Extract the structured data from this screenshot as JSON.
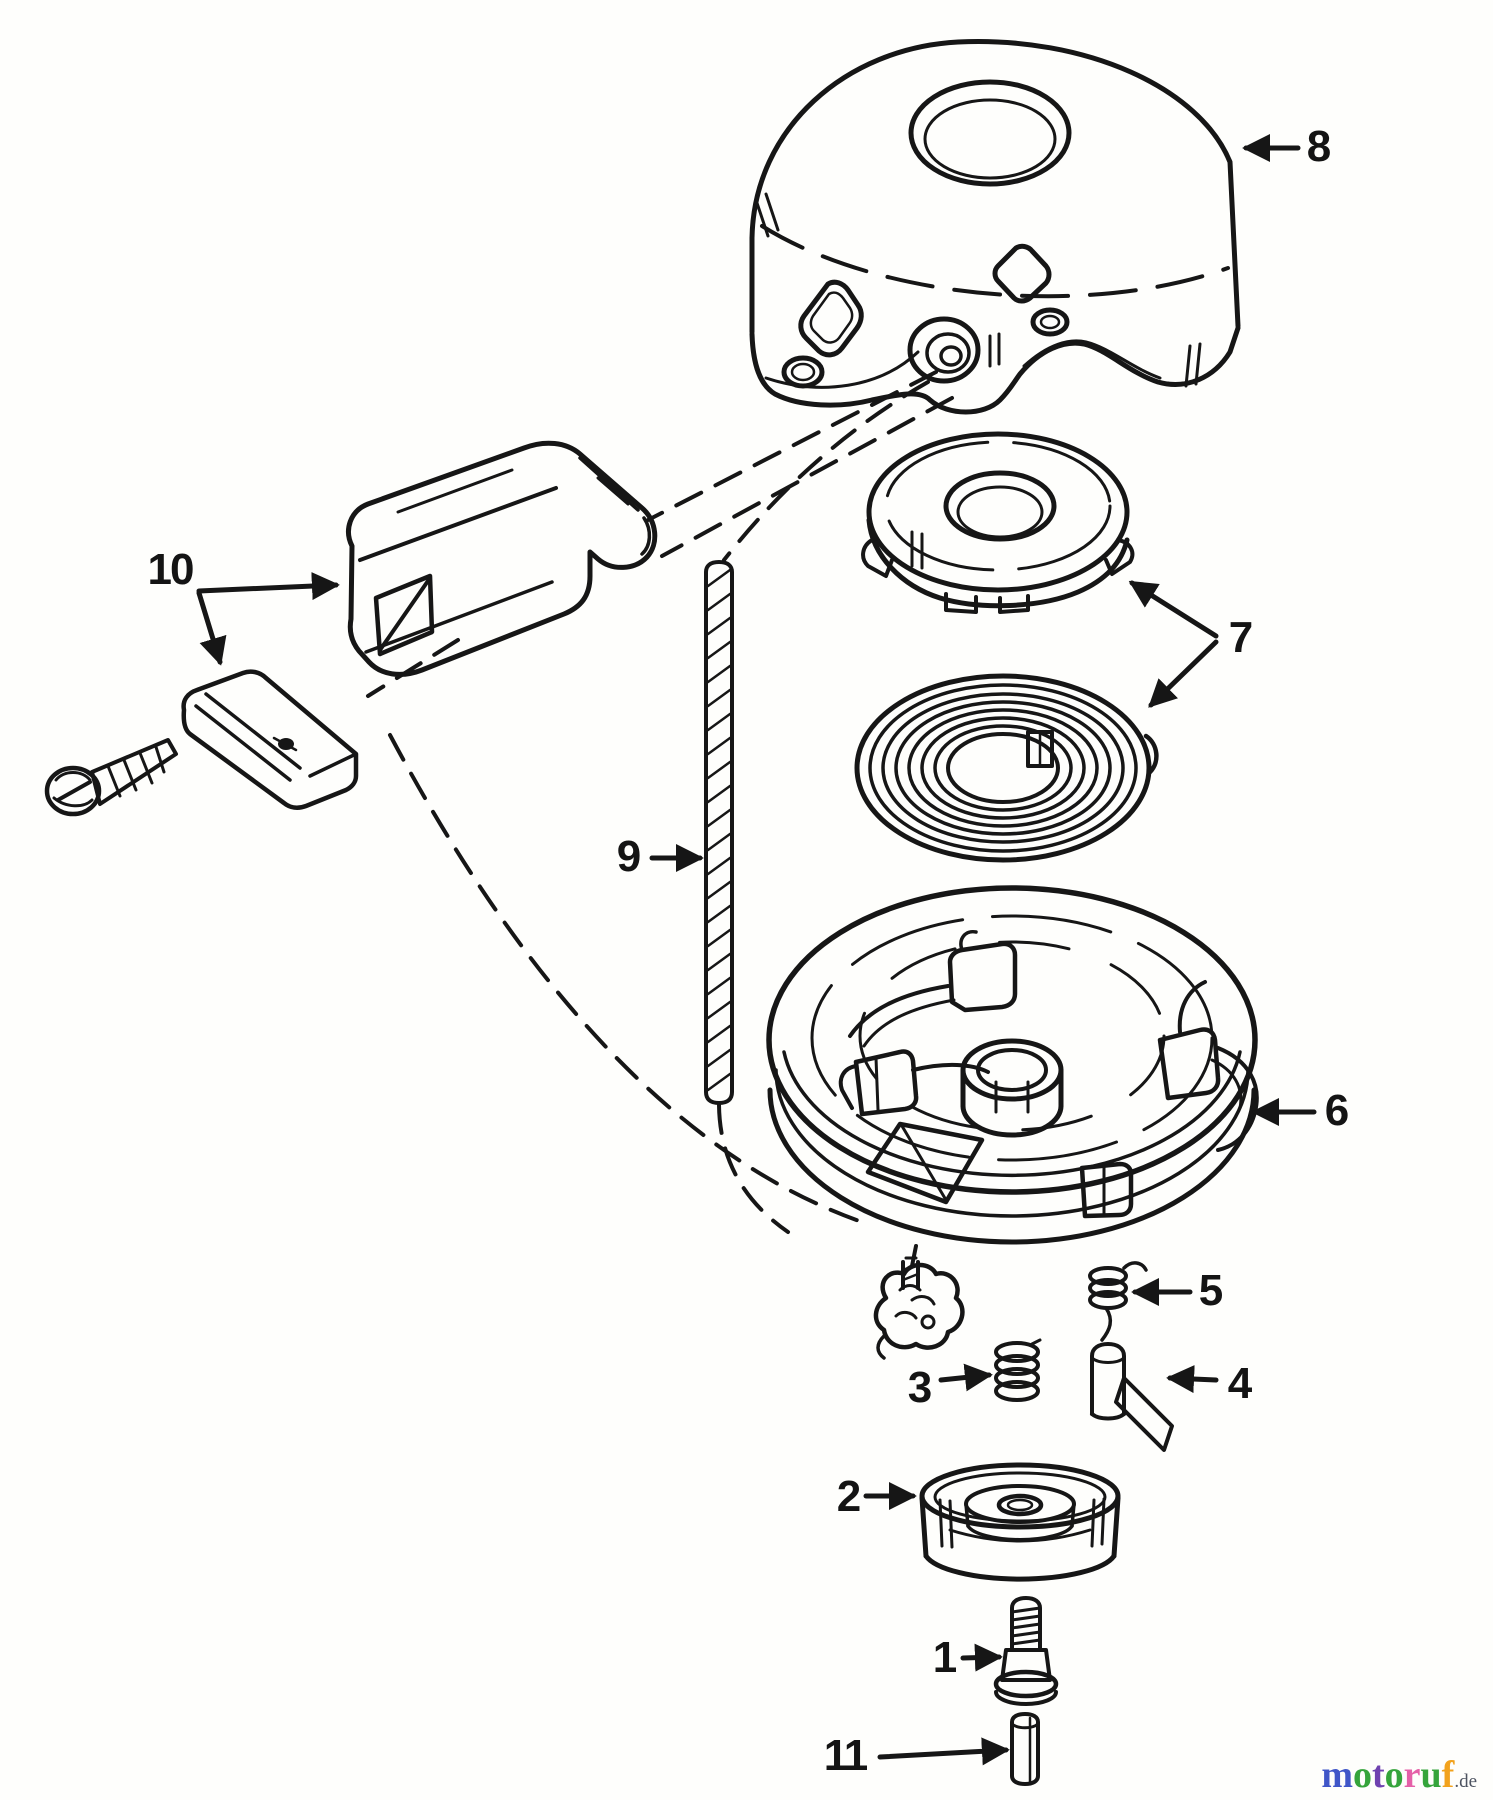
{
  "diagram": {
    "background": "#fefefc",
    "line_color": "#161616",
    "callouts": {
      "c1": {
        "label": "1"
      },
      "c2": {
        "label": "2"
      },
      "c3": {
        "label": "3"
      },
      "c4": {
        "label": "4"
      },
      "c5": {
        "label": "5"
      },
      "c6": {
        "label": "6"
      },
      "c7": {
        "label": "7"
      },
      "c8": {
        "label": "8"
      },
      "c9": {
        "label": "9"
      },
      "c10": {
        "label": "10"
      },
      "c11": {
        "label": "11"
      }
    }
  },
  "watermark": {
    "text": "motoruf.de",
    "letters": [
      {
        "char": "m",
        "color": "#4056c8"
      },
      {
        "char": "o",
        "color": "#35a43b"
      },
      {
        "char": "t",
        "color": "#6f42b0"
      },
      {
        "char": "o",
        "color": "#35a43b"
      },
      {
        "char": "r",
        "color": "#e560a8"
      },
      {
        "char": "u",
        "color": "#35a43b"
      },
      {
        "char": "f",
        "color": "#f2a21c"
      }
    ],
    "suffix": {
      "char": ".de",
      "color": "#4d5360"
    }
  }
}
